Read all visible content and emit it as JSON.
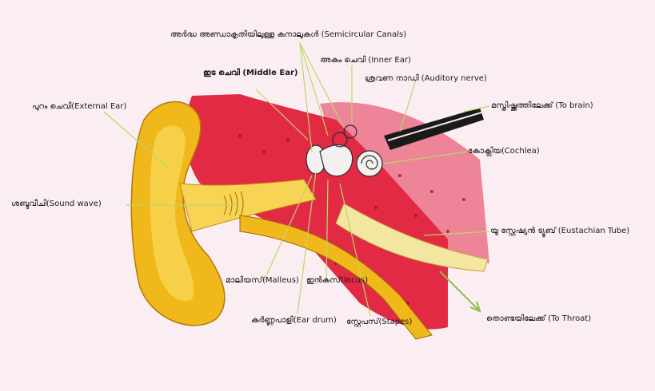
{
  "labels": {
    "semicircular": "അർദ്ധ അണ്ഡാകൃതിയിലുള്ള കനാലുകൾ (Semicircular Canals)",
    "inner_ear": "അകം ചെവി (Inner Ear)",
    "auditory_nerve": "ശ്രവണ നാഡി (Auditory nerve)",
    "middle_ear": "ഇട ചെവി (Middle Ear)",
    "external_ear": "പുറം ചെവി(External Ear)",
    "to_brain": "മസ്തിഷ്ക്കത്തിലേക്ക് (To brain)",
    "cochlea": "കോക്ലിയ(Cochlea)",
    "sound_wave": "ശബ്ദവീചി(Sound wave)",
    "eustachian": "യൂ സ്റ്റേഷ്യൻ ട്യൂബ് (Eustachian Tube)",
    "malleus": "മാലിയസ്(Malleus)",
    "incus": "ഇൻകസ്(Incus)",
    "ear_drum": "കർണ്ണപാളി(Ear drum)",
    "stapes": "സ്റ്റേപസ്(Stapes)",
    "to_throat": "തൊണ്ടയിലേക്ക് (To Throat)"
  },
  "colors": {
    "background": "#fbeef2",
    "outer_ear": "#f0b81a",
    "outer_ear_light": "#f8d454",
    "tissue_red": "#e22a45",
    "inner_pink": "#e8607a",
    "nerve": "#1a1a1a",
    "leader_line": "#b8d86a"
  }
}
